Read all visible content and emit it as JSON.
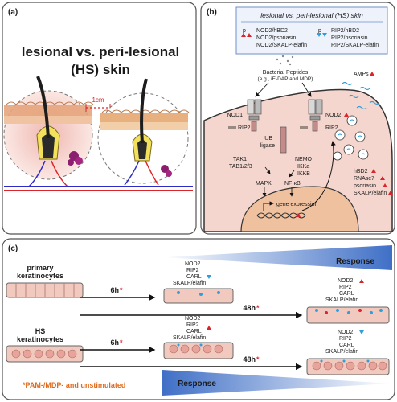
{
  "panel_a": {
    "label": "(a)",
    "title_line1": "lesional vs. peri-lesional",
    "title_line2": "(HS) skin",
    "distance": "1cm"
  },
  "panel_b": {
    "label": "(b)",
    "header": "lesional vs. peri-lesional (HS) skin",
    "legend_left": {
      "symbol": "p",
      "items": [
        "NOD2/hBD2",
        "NOD2/psoriasin",
        "NOD2/SKALP-elafin"
      ]
    },
    "legend_right": {
      "symbol": "p",
      "items": [
        "RIP2/hBD2",
        "RIP2/psoriasin",
        "RIP2/SKALP-elafin"
      ]
    },
    "peptides_line1": "Bacterial Peptides",
    "peptides_line2": "(e.g., iE-DAP and MDP)",
    "nod1": "NOD1",
    "nod2": "NOD2",
    "rip2_left": "RIP2",
    "rip2_right": "RIP2",
    "ub_line1": "UB",
    "ub_line2": "ligase",
    "tak1": "TAK1",
    "tab": "TAB1/2/3",
    "nemo": "NEMO",
    "ikka": "IKKa",
    "ikkb": "IKKB",
    "mapk": "MAPK",
    "nfkb": "NF-κB",
    "gene_expression": "gene expression",
    "amps": "AMPs",
    "outputs": [
      "hBD2",
      "RNAse7",
      "psoriasin",
      "SKALP/elafin"
    ]
  },
  "panel_c": {
    "label": "(c)",
    "primary_line1": "primary",
    "primary_line2": "keratinocytes",
    "hs_line1": "HS",
    "hs_line2": "keratinocytes",
    "time_6h": "6h",
    "time_48h": "48h",
    "asterisk": "*",
    "response": "Response",
    "markers": [
      "NOD2",
      "RIP2",
      "CARL",
      "SKALP/elafin"
    ],
    "footnote": "*PAM-/MDP- and unstimulated"
  },
  "colors": {
    "up": "#d9262c",
    "down": "#2f9fdc",
    "response_blue": "#3f6fc6",
    "cell_pink": "#f2c9bf",
    "footnote": "#e06a1c"
  }
}
